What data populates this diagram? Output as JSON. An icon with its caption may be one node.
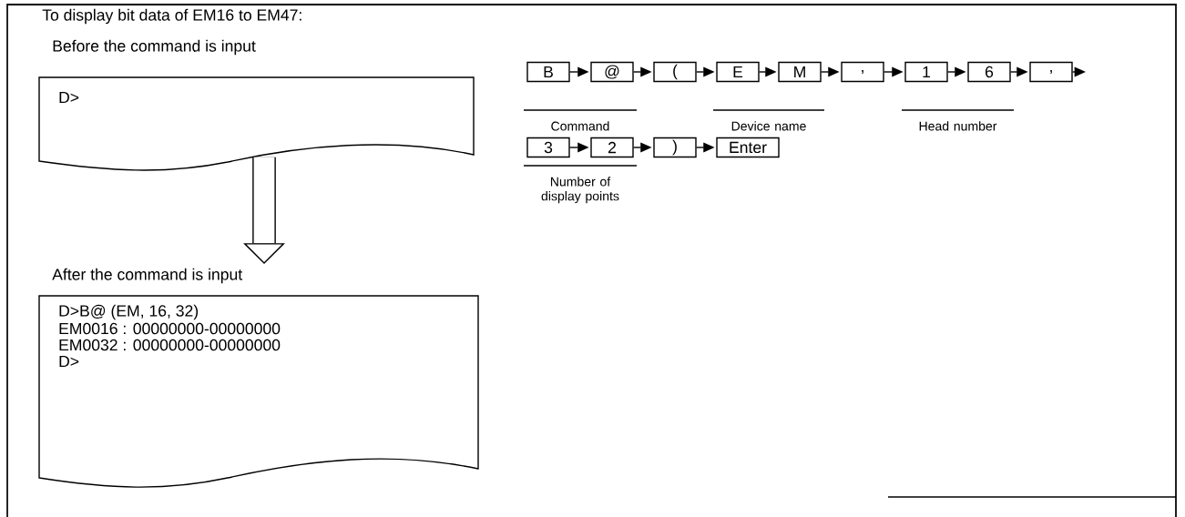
{
  "diagram": {
    "title": "To display bit data of EM16 to EM47:",
    "nodes": [
      {
        "text": [
          "Before the command is input",
          "D>"
        ]
      },
      {
        "text": [
          "After the command is input",
          "D>B@ (EM, 16, 32)",
          "EM0016 : 00000000-00000000",
          "EM0032 : 00000000-00000000",
          "D>"
        ]
      },
      {
        "text": [
          "B"
        ]
      },
      {
        "text": [
          "@"
        ]
      },
      {
        "text": [
          "("
        ]
      },
      {
        "text": [
          "E"
        ]
      },
      {
        "text": [
          "M"
        ]
      },
      {
        "text": [
          ","
        ]
      },
      {
        "text": [
          "1"
        ]
      },
      {
        "text": [
          "6"
        ]
      },
      {
        "text": [
          ","
        ]
      },
      {
        "text": [
          "3"
        ]
      },
      {
        "text": [
          "2"
        ]
      },
      {
        "text": [
          ")"
        ]
      },
      {
        "text": [
          "Enter"
        ]
      }
    ],
    "edges": [
      {
        "from": 0,
        "to": 1,
        "arrow": "to",
        "style": "thick"
      },
      {
        "from": 2,
        "to": 3,
        "arrow": "to"
      },
      {
        "from": 3,
        "to": 4,
        "arrow": "to"
      },
      {
        "from": 4,
        "to": 5,
        "arrow": "to"
      },
      {
        "from": 5,
        "to": 6,
        "arrow": "to"
      },
      {
        "from": 6,
        "to": 7,
        "arrow": "to"
      },
      {
        "from": 7,
        "to": 8,
        "arrow": "to"
      },
      {
        "from": 8,
        "to": 9,
        "arrow": "to"
      },
      {
        "from": 9,
        "to": 10,
        "arrow": "to"
      },
      {
        "from": 10,
        "to": null,
        "arrow": "to"
      },
      {
        "from": 11,
        "to": 12,
        "arrow": "to"
      },
      {
        "from": 12,
        "to": 13,
        "arrow": "to"
      },
      {
        "from": 13,
        "to": 14,
        "arrow": "to"
      }
    ],
    "labels": [
      "Command",
      "Device name",
      "Head number",
      "Number of display points"
    ]
  }
}
